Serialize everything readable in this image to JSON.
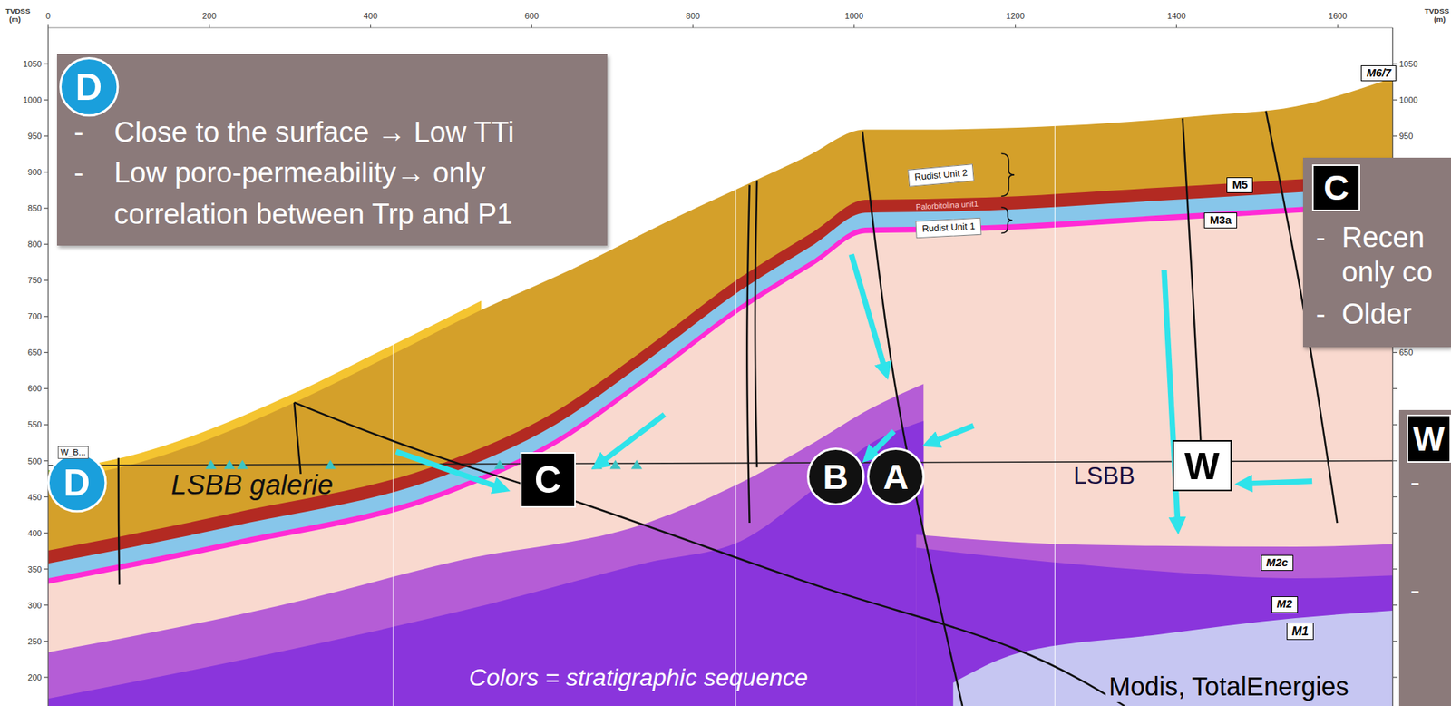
{
  "diagram": {
    "nodes": [
      {
        "text": [
          "-",
          "Close to the surface → Low TTi",
          "-",
          "Low poro-permeability→ only correlation between Trp and P1"
        ]
      },
      {
        "text": [
          "D"
        ],
        "in": 0
      },
      {
        "text": [
          "M6/7"
        ]
      },
      {
        "text": [
          "Rudist Unit 2"
        ]
      },
      {
        "text": [
          "Rudist Unit 1"
        ]
      },
      {
        "text": [
          "M5"
        ]
      },
      {
        "text": [
          "M3a"
        ]
      },
      {
        "text": [
          "-",
          "Recen only co",
          "-",
          "Older"
        ]
      },
      {
        "text": [
          "C"
        ],
        "in": 7
      },
      {
        "text": [
          "M2c"
        ]
      },
      {
        "text": [
          "M2"
        ]
      },
      {
        "text": [
          "-",
          "-"
        ]
      },
      {
        "text": [
          "W"
        ],
        "in": 11
      },
      {
        "text": [
          "W_B..."
        ]
      },
      {
        "text": [
          "D"
        ]
      },
      {
        "text": [
          "C"
        ]
      },
      {
        "text": [
          "B"
        ]
      },
      {
        "text": [
          "A"
        ]
      },
      {
        "text": [
          "W"
        ]
      },
      {
        "text": [
          "M1"
        ]
      }
    ],
    "labels": [
      "TVDSS",
      "(m)",
      "TVDSS",
      "(m)",
      "0",
      "200",
      "400",
      "600",
      "800",
      "1000",
      "1200",
      "1400",
      "1600",
      "1050",
      "1000",
      "950",
      "900",
      "850",
      "800",
      "750",
      "700",
      "650",
      "600",
      "550",
      "500",
      "450",
      "400",
      "350",
      "300",
      "250",
      "200",
      "1050",
      "1000",
      "950",
      "650",
      "Palorbitolina unit1",
      "LSBB galerie",
      "LSBB",
      "Colors = stratigraphic sequence",
      "Modis, TotalEnergies"
    ]
  }
}
